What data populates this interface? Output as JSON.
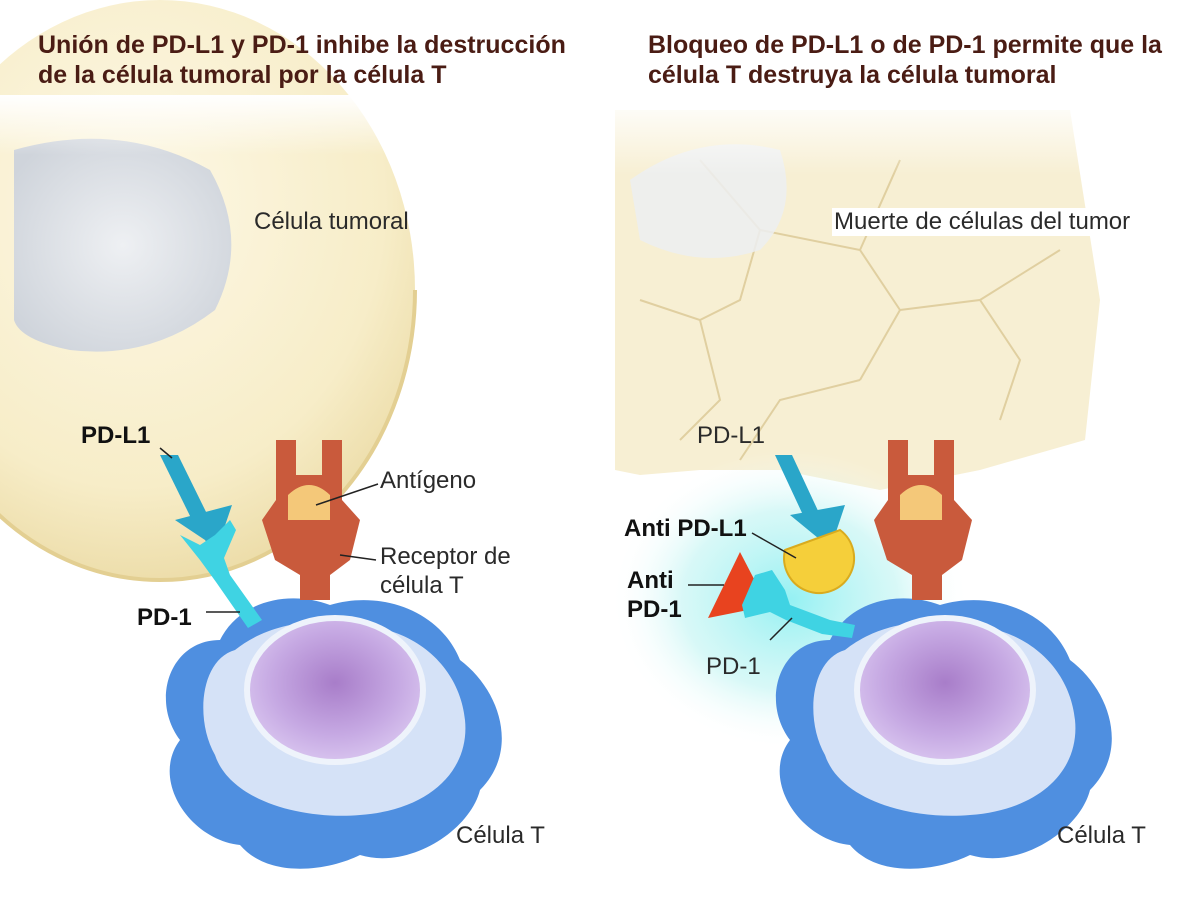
{
  "left_panel": {
    "title": "Unión de PD-L1 y PD-1 inhibe la destrucción de la célula tumoral por la célula T",
    "labels": {
      "tumor_cell": "Célula tumoral",
      "pd_l1": "PD-L1",
      "antigen": "Antígeno",
      "tcr_line1": "Receptor de",
      "tcr_line2": "célula T",
      "pd_1": "PD-1",
      "t_cell": "Célula T"
    }
  },
  "right_panel": {
    "title": "Bloqueo de PD-L1 o de PD-1 permite que la célula T destruya la célula tumoral",
    "labels": {
      "tumor_death": "Muerte de células del tumor",
      "pd_l1": "PD-L1",
      "anti_pd_l1": "Anti PD-L1",
      "anti_pd_1_line1": "Anti",
      "anti_pd_1_line2": "PD-1",
      "pd_1": "PD-1",
      "t_cell": "Célula T"
    }
  },
  "colors": {
    "title_text": "#4a1c14",
    "tumor_cytoplasm": "#f7edc8",
    "tumor_nucleus": "#dfe3e8",
    "pd_l1_receptor": "#2aa6c9",
    "pd_1_receptor": "#3fd3e3",
    "tcr": "#c95a3c",
    "antigen": "#f4c879",
    "anti_pd_l1_antibody": "#f5cf3a",
    "anti_pd_1_antibody": "#e8431f",
    "t_cell_body": "#4f8fe0",
    "t_cell_nucleus": "#b59ad8",
    "glow": "#7fe3ea"
  }
}
